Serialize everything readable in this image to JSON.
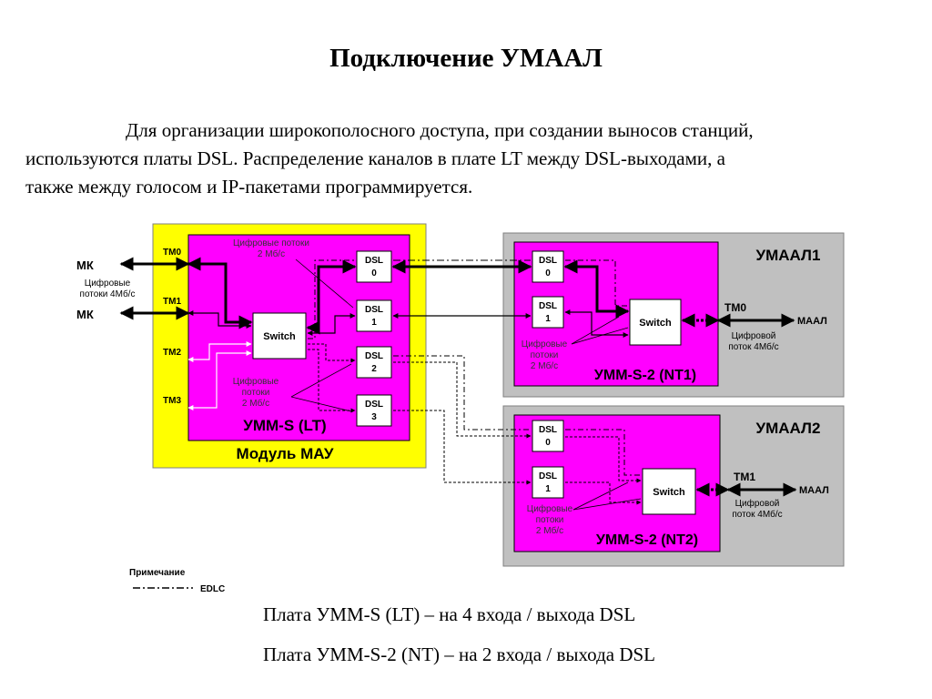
{
  "title": "Подключение УМААЛ",
  "intro": {
    "line1": "Для организации широкополосного доступа, при создании выносов станций,",
    "line2": "используются платы DSL. Распределение каналов в плате LT между DSL-выходами, а",
    "line3": "также между голосом и IP-пакетами программируется."
  },
  "diagram": {
    "module_label": "Модуль МАУ",
    "lt_label": "УММ-S (LT)",
    "lt_ports": [
      "ТМ0",
      "ТМ1",
      "ТМ2",
      "ТМ3"
    ],
    "mk1": "МК",
    "mk2": "МК",
    "mk_streams_line1": "Цифровые",
    "mk_streams_line2": "потоки 4Мб/с",
    "lt_streams_top_line1": "Цифровые потоки",
    "lt_streams_top_line2": "2 Мб/с",
    "lt_streams_bottom_line1": "Цифровые",
    "lt_streams_bottom_line2": "потоки",
    "lt_streams_bottom_line3": "2 Мб/с",
    "switch_label": "Switch",
    "dsl_word": "DSL",
    "lt_dsl": [
      "0",
      "1",
      "2",
      "3"
    ],
    "umaal1": {
      "title": "УМААЛ1",
      "board": "УММ-S-2 (NT1)",
      "dsl": [
        "0",
        "1"
      ],
      "switch": "Switch",
      "tm": "ТМ0",
      "maal": "МААЛ",
      "stream_line1": "Цифровой",
      "stream_line2": "поток 4Мб/с",
      "dsl_streams_line1": "Цифровые",
      "dsl_streams_line2": "потоки",
      "dsl_streams_line3": "2 Мб/с"
    },
    "umaal2": {
      "title": "УМААЛ2",
      "board": "УММ-S-2 (NT2)",
      "dsl": [
        "0",
        "1"
      ],
      "switch": "Switch",
      "tm": "ТМ1",
      "maal": "МААЛ",
      "stream_line1": "Цифровой",
      "stream_line2": "поток 4Мб/с",
      "dsl_streams_line1": "Цифровые",
      "dsl_streams_line2": "потоки",
      "dsl_streams_line3": "2 Мб/с"
    },
    "note_title": "Примечание",
    "note_edlc": "EDLC"
  },
  "footer": {
    "line1": "Плата УММ-S (LT)     – на 4 входа / выхода DSL",
    "line2": "Плата УММ-S-2 (NT) – на 2 входа / выхода DSL"
  },
  "colors": {
    "yellow": "#FFFF00",
    "magenta": "#FF00FF",
    "gray": "#C0C0C0",
    "line": "#000000"
  }
}
